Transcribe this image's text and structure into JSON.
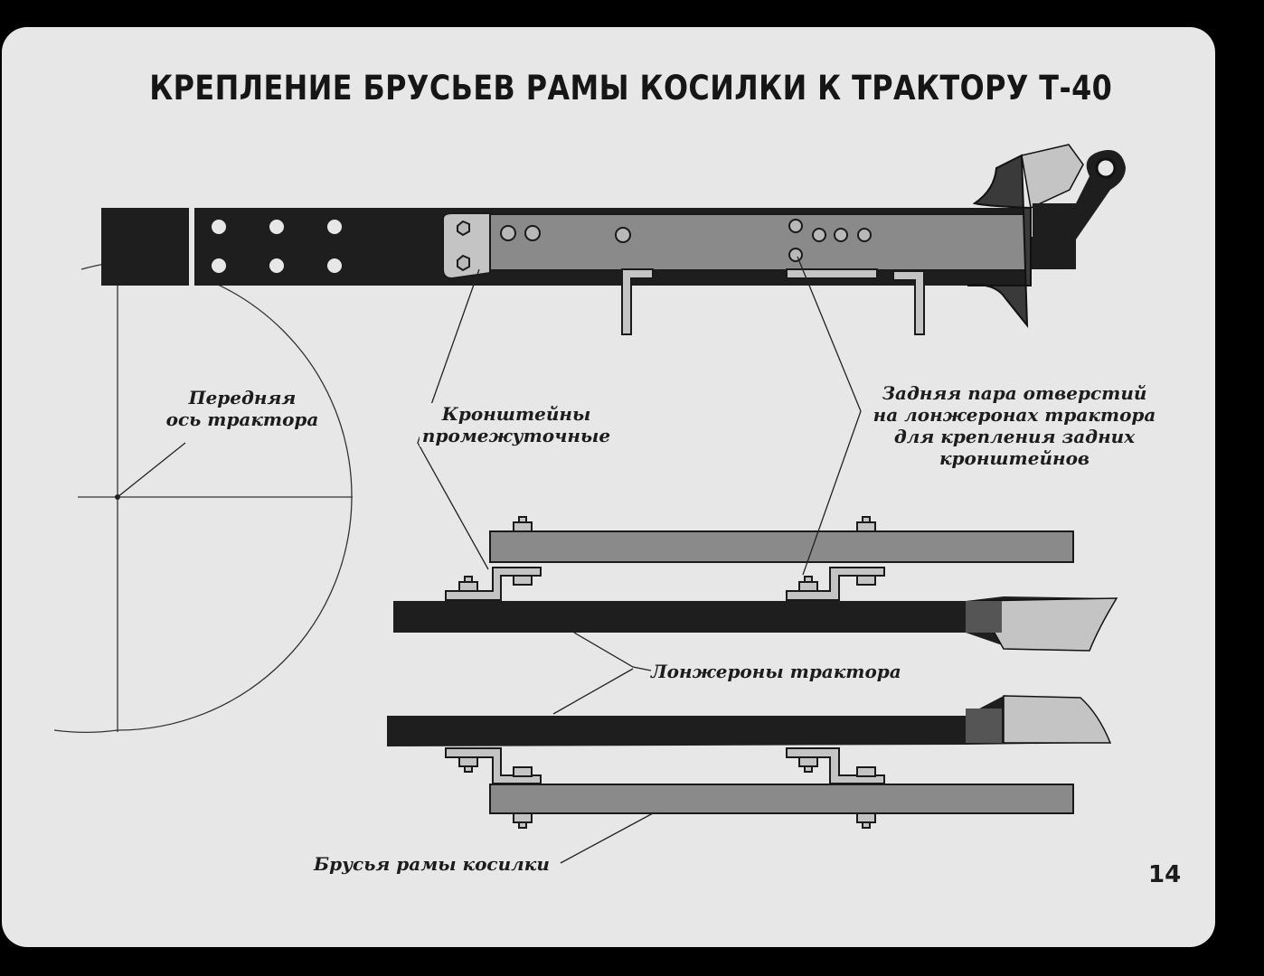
{
  "title": "КРЕПЛЕНИЕ БРУСЬЕВ РАМЫ КОСИЛКИ К ТРАКТОРУ Т-40",
  "labels": {
    "front_axle": [
      "Передняя",
      "ось трактора"
    ],
    "intermediate_brackets": [
      "Кронштейны",
      "промежуточные"
    ],
    "rear_holes": [
      "Задняя пара отверстий",
      "на лонжеронах трактора",
      "для крепления задних",
      "кронштейнов"
    ],
    "tractor_side_members": "Лонжероны трактора",
    "mower_frame_bars": "Брусья рамы косилки"
  },
  "page_number": "14",
  "colors": {
    "background": "#000000",
    "slide": "#e7e7e7",
    "frame_dark": "#1e1e1e",
    "bar_gray": "#8a8a8a",
    "light_gray": "#c4c4c4",
    "ink": "#1c1c1c"
  }
}
